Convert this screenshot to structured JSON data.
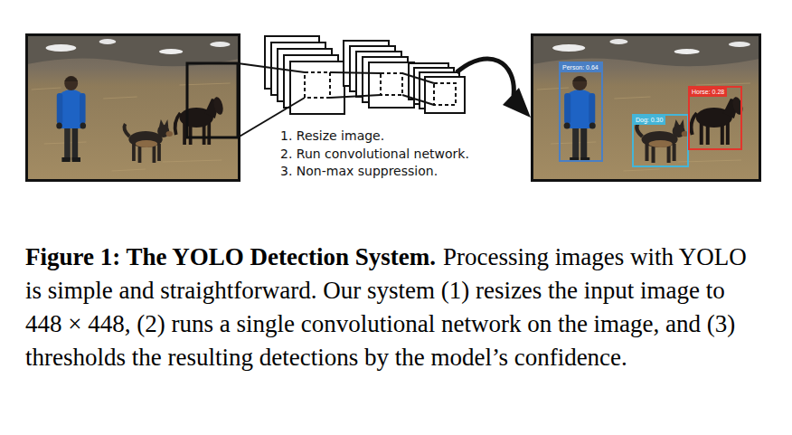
{
  "diagram": {
    "title": "Figure 1: The YOLO Detection System.",
    "caption": "Processing images with YOLO is simple and straightforward. Our system (1) resizes the input image to 448 × 448, (2) runs a single convolutional network on the image, and (3) thresholds the resulting detections by the model’s confidence.",
    "nodes": [
      {
        "text": [
          "Person: 0.64"
        ]
      },
      {
        "text": [
          "Dog: 0.30"
        ]
      },
      {
        "text": [
          "Horse: 0.28"
        ]
      }
    ],
    "labels": [
      "1. Resize image.",
      "2. Run convolutional network.",
      "3. Non-max suppression."
    ]
  }
}
